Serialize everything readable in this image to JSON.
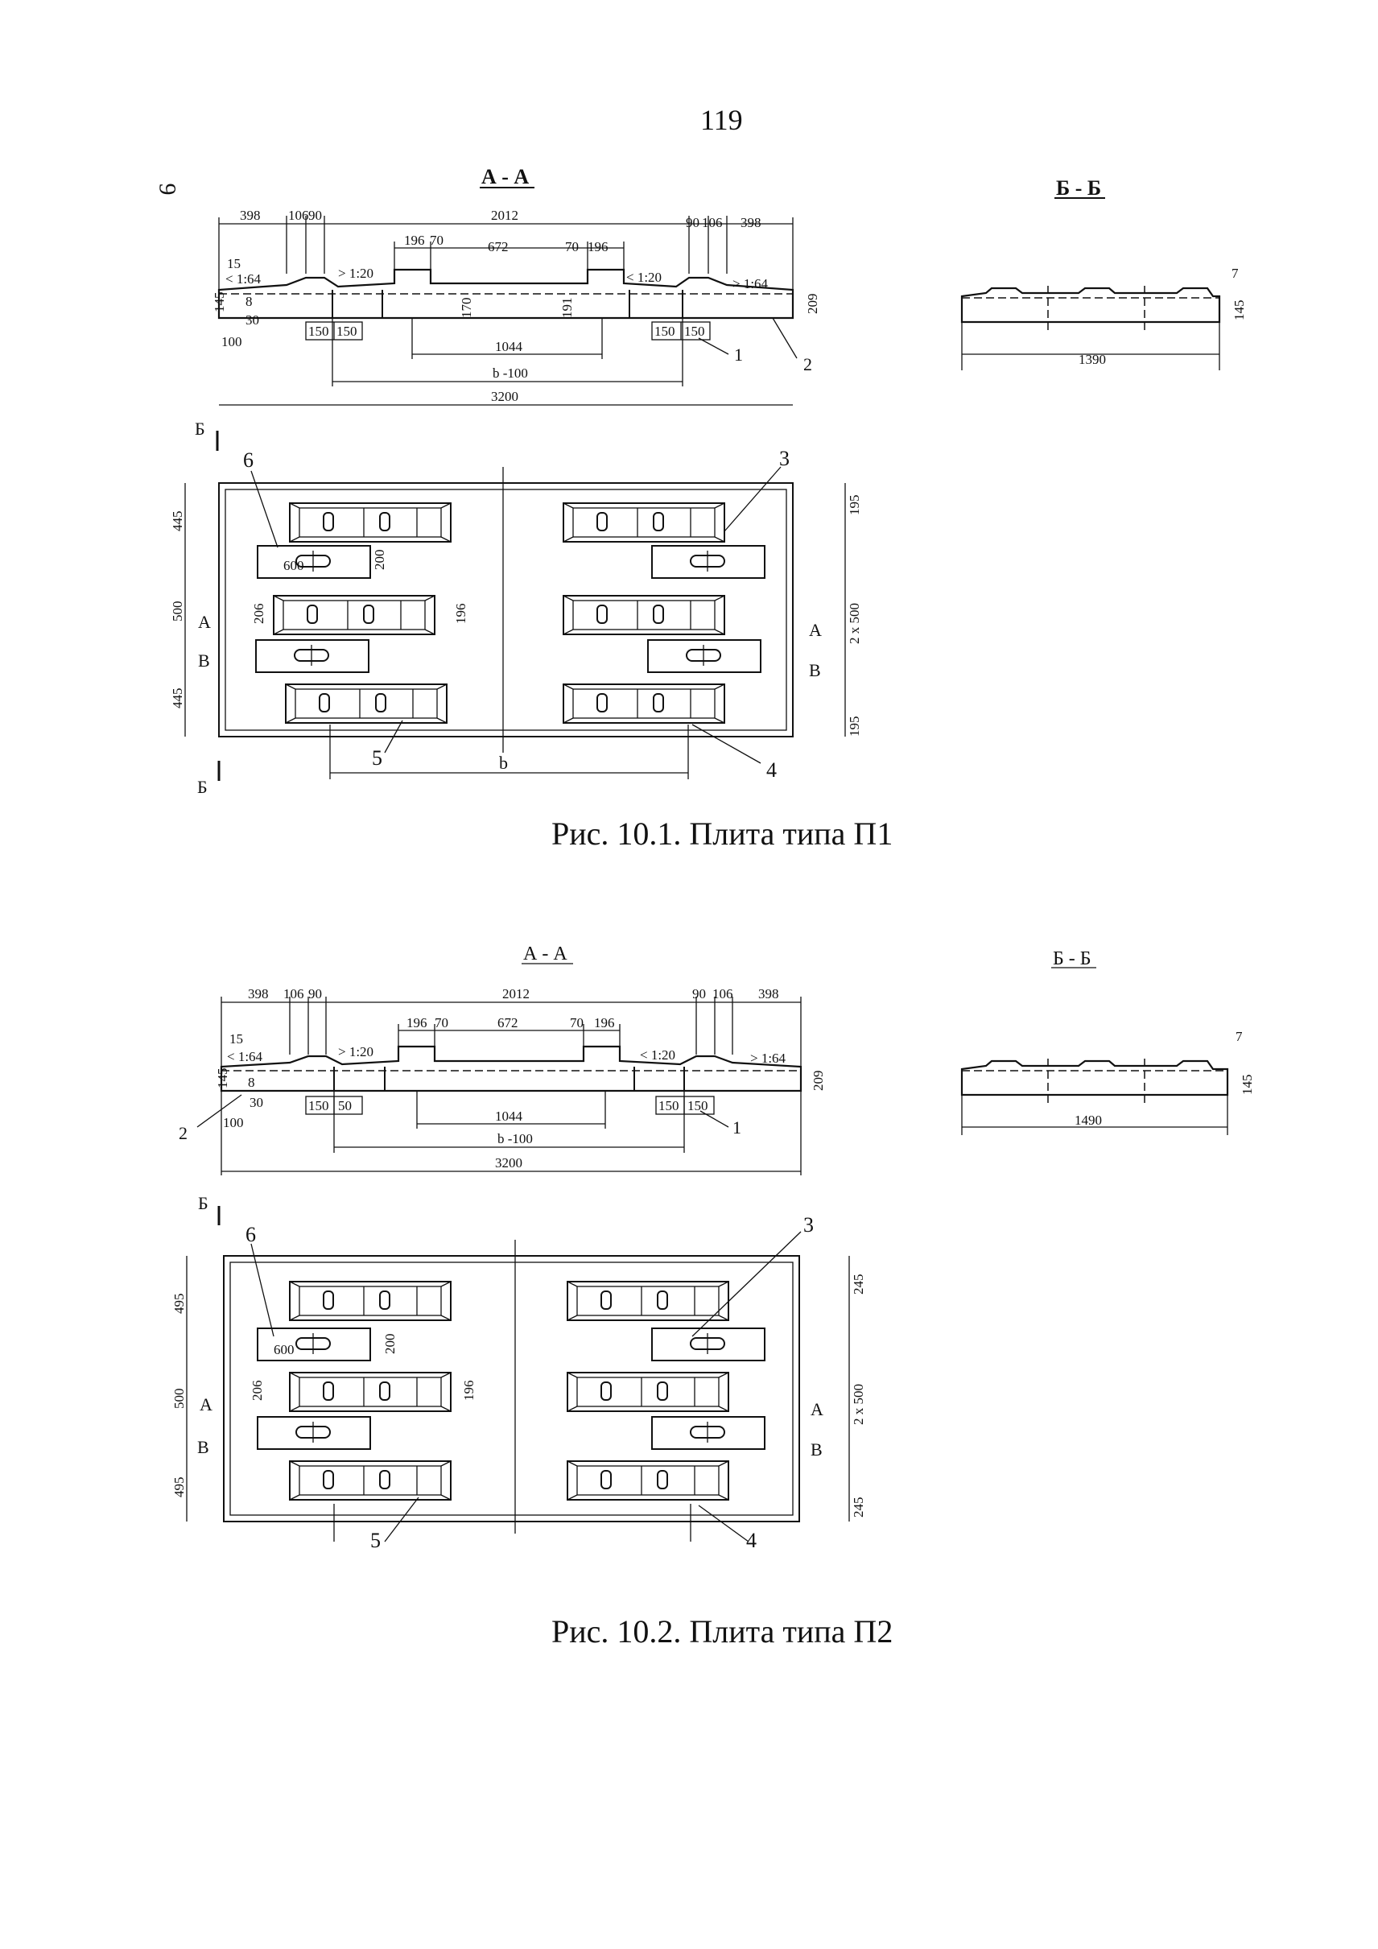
{
  "page_number": "119",
  "side_mark": "9",
  "figures": [
    {
      "caption": "Рис. 10.1. Плита типа П1",
      "section_aa": {
        "title": "А - А",
        "top_dims": [
          "398",
          "106",
          "90",
          "2012",
          "90",
          "106",
          "398"
        ],
        "mid_dims": [
          "196",
          "70",
          "672",
          "70",
          "196"
        ],
        "slopes": [
          "< 1:64",
          "> 1:20",
          "< 1:20",
          "> 1:64"
        ],
        "small_dims": [
          "15",
          "8",
          "30",
          "100"
        ],
        "left_height": "145",
        "right_height": "209",
        "inner_heights": [
          "170",
          "191"
        ],
        "anchor_dims": [
          "150",
          "150",
          "150",
          "150"
        ],
        "center_dim": "1044",
        "b_dim": "b -100",
        "total_length": "3200",
        "callouts": [
          "1",
          "2"
        ]
      },
      "section_bb": {
        "title": "Б - Б",
        "width": "1390",
        "height": "145",
        "top_dim": "7"
      },
      "plan": {
        "section_mark": "Б",
        "left_dims": [
          "445",
          "500",
          "445"
        ],
        "right_dims": [
          "195",
          "2 x 500",
          "195"
        ],
        "pad_dims": [
          "600",
          "200",
          "206",
          "196"
        ],
        "markers_left": [
          "А",
          "В"
        ],
        "markers_right": [
          "А",
          "В"
        ],
        "bottom_dim": "b",
        "callouts": [
          "3",
          "4",
          "5",
          "6"
        ]
      }
    },
    {
      "caption": "Рис. 10.2. Плита типа П2",
      "section_aa": {
        "title": "А - А",
        "top_dims": [
          "398",
          "106",
          "90",
          "2012",
          "90",
          "106",
          "398"
        ],
        "mid_dims": [
          "196",
          "70",
          "672",
          "70",
          "196"
        ],
        "slopes": [
          "< 1:64",
          "> 1:20",
          "< 1:20",
          "> 1:64"
        ],
        "small_dims": [
          "15",
          "8",
          "30",
          "100"
        ],
        "left_height": "145",
        "right_height": "209",
        "anchor_dims": [
          "150",
          "50",
          "150",
          "150"
        ],
        "center_dim": "1044",
        "b_dim": "b -100",
        "total_length": "3200",
        "callouts": [
          "1",
          "2"
        ]
      },
      "section_bb": {
        "title": "Б - Б",
        "width": "1490",
        "height": "145",
        "top_dim": "7"
      },
      "plan": {
        "section_mark": "Б",
        "left_dims": [
          "495",
          "500",
          "495"
        ],
        "right_dims": [
          "245",
          "2 x 500",
          "245"
        ],
        "pad_dims": [
          "600",
          "200",
          "206",
          "196"
        ],
        "markers_left": [
          "А",
          "В"
        ],
        "markers_right": [
          "А",
          "В"
        ],
        "callouts": [
          "3",
          "4",
          "5",
          "6"
        ]
      }
    }
  ]
}
